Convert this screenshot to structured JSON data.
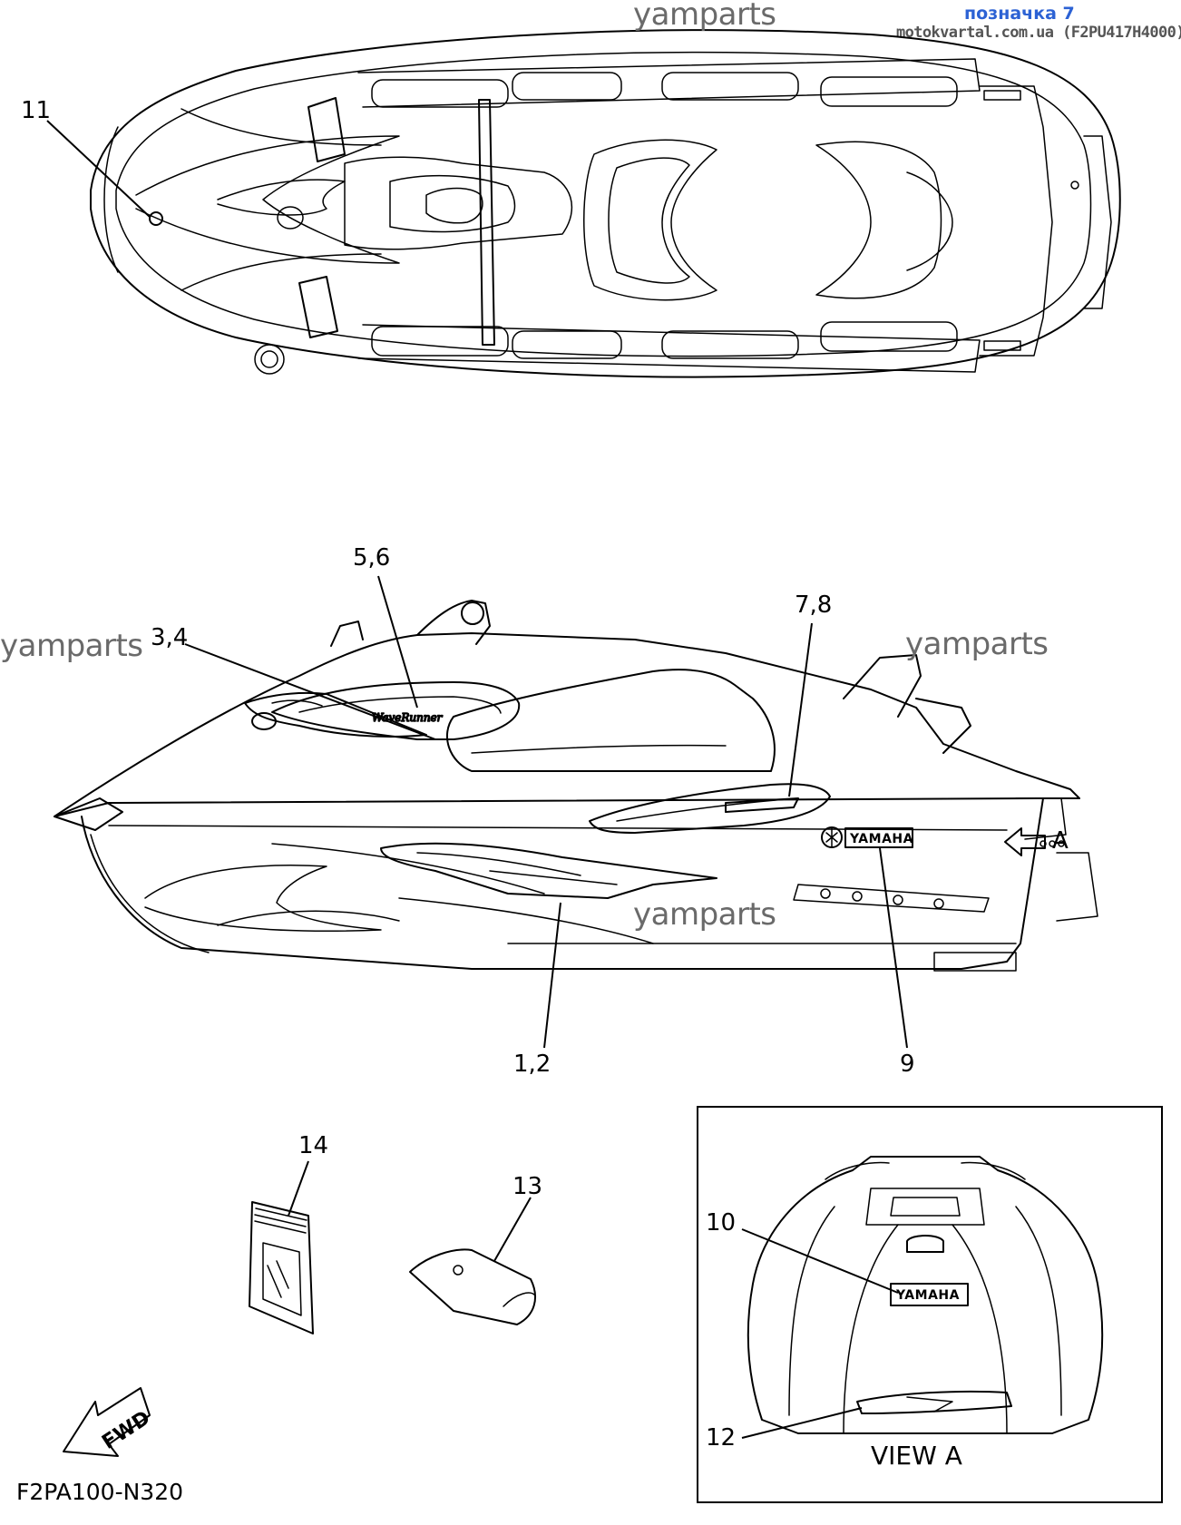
{
  "header": {
    "diagram_label": "позначка 7",
    "source_line": "motokvartal.com.ua (F2PU417H4000)"
  },
  "watermarks": [
    "yamparts",
    "yamparts",
    "yamparts",
    "yamparts"
  ],
  "callouts": {
    "c11": "11",
    "c56": "5,6",
    "c34": "3,4",
    "c78": "7,8",
    "cA": "A",
    "c12a": "1,2",
    "c9": "9",
    "c14": "14",
    "c13": "13",
    "c10": "10",
    "c12": "12"
  },
  "view_a": {
    "label": "VIEW A"
  },
  "fwd": {
    "label": "FWD"
  },
  "decals": {
    "yamaha_side": "YAMAHA",
    "yamaha_rear": "YAMAHA"
  },
  "footer": {
    "diagram_code": "F2PA100-N320"
  },
  "colors": {
    "link_blue": "#2c62d4",
    "watermark_gray": "#6a6a6a",
    "line": "#000000"
  }
}
